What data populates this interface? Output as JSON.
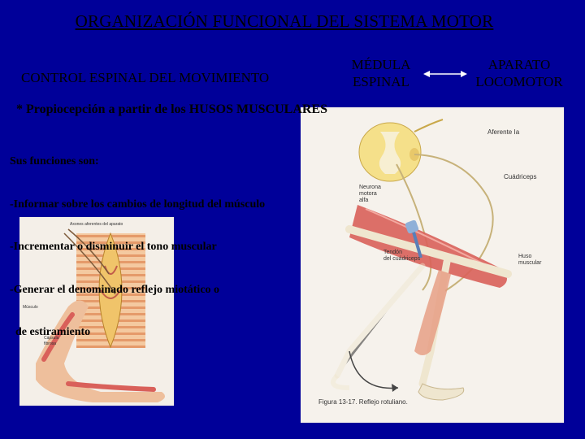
{
  "slide": {
    "title": "ORGANIZACIÓN FUNCIONAL DEL SISTEMA MOTOR",
    "control_label": "CONTROL ESPINAL DEL MOVIMIENTO",
    "medula_line1": "MÉDULA",
    "medula_line2": "ESPINAL",
    "aparato_line1": "APARATO",
    "aparato_line2": "LOCOMOTOR",
    "propiocepcion": "* Propiocepción a partir de los HUSOS MUSCULARES",
    "funciones": [
      "Sus funciones son:",
      "-Informar sobre los cambios de longitud del músculo",
      "-Incrementar o disminuir el tono muscular",
      "-Generar el denominado reflejo miotático o",
      "  de estiramiento"
    ]
  },
  "left_figure": {
    "label_top": "Axones aferentes del aparato",
    "label_musculo": "Músculo",
    "label_capsula_1": "Cápsula",
    "label_capsula_2": "fibrosa"
  },
  "right_figure": {
    "label_aferente": "Aferente Ia",
    "label_cuadriceps": "Cuádriceps",
    "label_neurona_1": "Neurona",
    "label_neurona_2": "motora",
    "label_neurona_3": "alfa",
    "label_tendon_1": "Tendón",
    "label_tendon_2": "del cuádriceps",
    "label_huso_1": "Huso",
    "label_huso_2": "muscular",
    "caption": "Figura 13-17.   Reflejo rotuliano."
  },
  "colors": {
    "background": "#000099",
    "text": "#000000",
    "arrow": "#ffffff",
    "muscle": "#d9605a",
    "bone": "#efe6cf"
  }
}
